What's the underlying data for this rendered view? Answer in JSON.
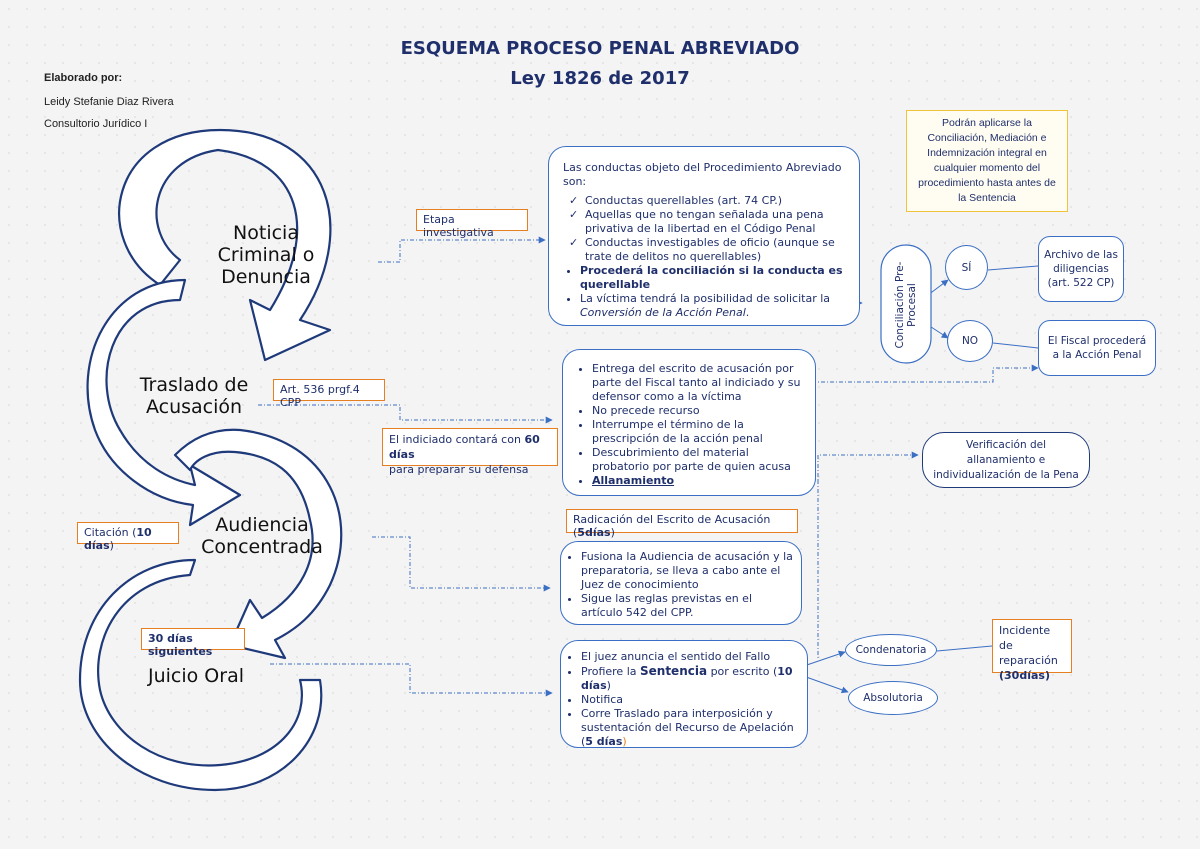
{
  "header": {
    "title": "ESQUEMA PROCESO PENAL ABREVIADO",
    "subtitle": "Ley 1826 de 2017"
  },
  "author": {
    "label": "Elaborado por:",
    "name": "Leidy Stefanie Diaz Rivera",
    "org": "Consultorio Jurídico I"
  },
  "stages": {
    "s1_line1": "Noticia",
    "s1_line2": "Criminal o",
    "s1_line3": "Denuncia",
    "s2_line1": "Traslado de",
    "s2_line2": "Acusación",
    "s3_line1": "Audiencia",
    "s3_line2": "Concentrada",
    "s4_line1": "Juicio Oral"
  },
  "tags": {
    "etapa": "Etapa investigativa",
    "art536": "Art. 536 prgf.4 CPP",
    "indiciado_pre": "El indiciado contará con ",
    "indiciado_days": "60 días",
    "indiciado_post": "para preparar su defensa",
    "citacion_pre": "Citación (",
    "citacion_days": "10 días",
    "citacion_post": ")",
    "dias30": "30 días siguientes",
    "radicacion_pre": "Radicación del Escrito de Acusación (",
    "radicacion_days": "5días",
    "radicacion_post": ")"
  },
  "note": {
    "text": "Podrán aplicarse la Conciliación, Mediación e Indemnización integral en cualquier momento del procedimiento hasta antes de la Sentencia"
  },
  "box_conductas": {
    "intro": "Las conductas objeto del Procedimiento Abreviado son:",
    "c1": "Conductas querellables (art. 74 CP.)",
    "c2": "Aquellas que no tengan señalada una pena privativa de la libertad en el Código Penal",
    "c3": "Conductas investigables de oficio (aunque se trate de delitos no querellables)",
    "b1": "Procederá la conciliación si la conducta es querellable",
    "b2_pre": "La víctima tendrá la posibilidad de solicitar la ",
    "b2_em": "Conversión de la Acción Penal",
    "b2_post": "."
  },
  "conciliacion": {
    "label": "Conciliación Pre-Procesal",
    "si": "SÍ",
    "no": "NO",
    "archivo": "Archivo de las diligencias (art. 522 CP)",
    "fiscal": "El Fiscal procederá a la Acción Penal"
  },
  "box_acusacion": {
    "i1": "Entrega del escrito de acusación por parte del Fiscal tanto al indiciado y su defensor como a la víctima",
    "i2": "No precede recurso",
    "i3": "Interrumpe el término de la prescripción de la acción penal",
    "i4": "Descubrimiento del material probatorio por parte de quien acusa",
    "i5": "Allanamiento"
  },
  "verificacion": "Verificación del allanamiento e individualización de la Pena",
  "box_audiencia": {
    "i1": "Fusiona la Audiencia de acusación y la preparatoria, se lleva a cabo ante el Juez de conocimiento",
    "i2": "Sigue las reglas previstas en el artículo 542 del CPP."
  },
  "box_juicio": {
    "i1": "El juez anuncia el sentido del Fallo",
    "i2_pre": "Profiere la ",
    "i2_bold": "Sentencia",
    "i2_mid": " por escrito (",
    "i2_days": "10 días",
    "i2_post": ")",
    "i3": "Notifica",
    "i4_pre": "Corre Traslado para interposición y sustentación del Recurso de Apelación (",
    "i4_days": "5 días",
    "i4_post": ")"
  },
  "fallo": {
    "condenatoria": "Condenatoria",
    "absolutoria": "Absolutoria",
    "incidente_pre": "Incidente de reparación",
    "incidente_days": "(30días)"
  },
  "colors": {
    "arrow": "#1f3a7a",
    "line": "#3b6fc4",
    "orange": "#e67e22",
    "note": "#f0c33c"
  }
}
